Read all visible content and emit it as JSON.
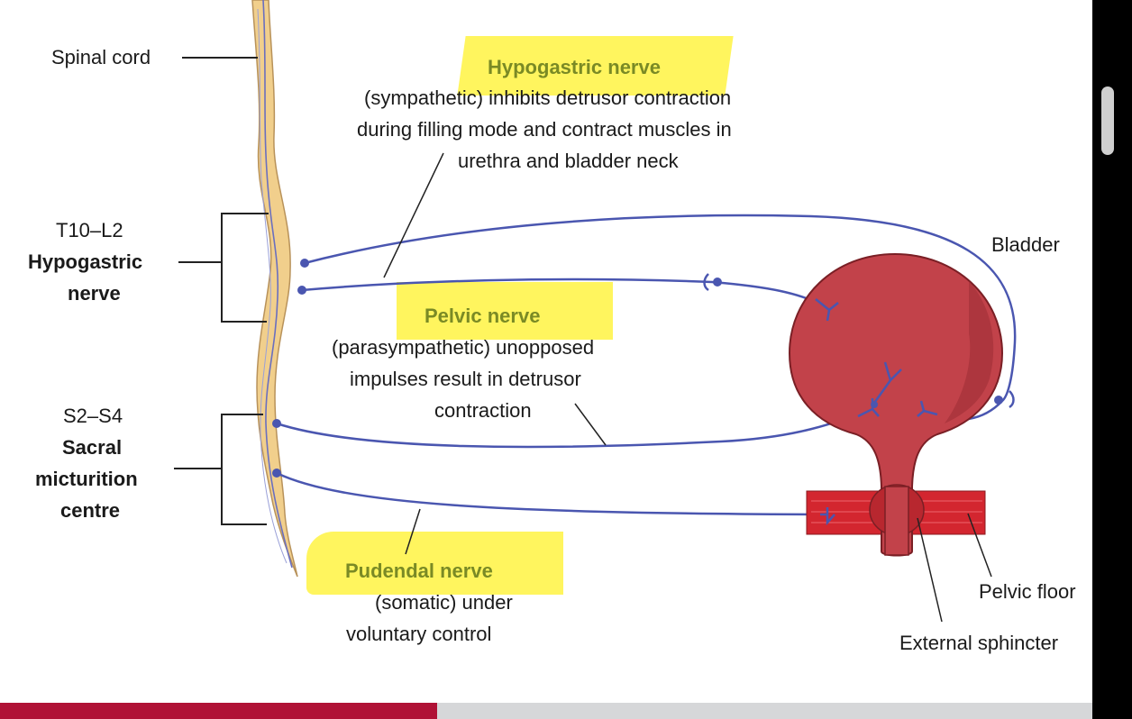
{
  "labels": {
    "spinal_cord": "Spinal cord",
    "t10_l2": "T10–L2",
    "hypogastric_nerve_left_1": "Hypogastric",
    "hypogastric_nerve_left_2": "nerve",
    "s2_s4": "S2–S4",
    "sacral_1": "Sacral",
    "sacral_2": "micturition",
    "sacral_3": "centre",
    "bladder": "Bladder",
    "pelvic_floor": "Pelvic floor",
    "external_sphincter": "External sphincter"
  },
  "hypogastric": {
    "title": "Hypogastric nerve",
    "line1": "(sympathetic) inhibits detrusor contraction",
    "line2": "during filling mode and contract muscles in",
    "line3": "urethra and bladder neck"
  },
  "pelvic": {
    "title": "Pelvic nerve",
    "line1": "(parasympathetic) unopposed",
    "line2": "impulses result in detrusor",
    "line3": "contraction"
  },
  "pudendal": {
    "title": "Pudendal nerve",
    "line1": "(somatic) under",
    "line2": "voluntary control"
  },
  "colors": {
    "nerve": "#4a56b0",
    "bladder": "#c2424a",
    "spinal_cord": "#f1cf8c",
    "highlight": "#fff455",
    "bottom_bar_red": "#b01236"
  }
}
